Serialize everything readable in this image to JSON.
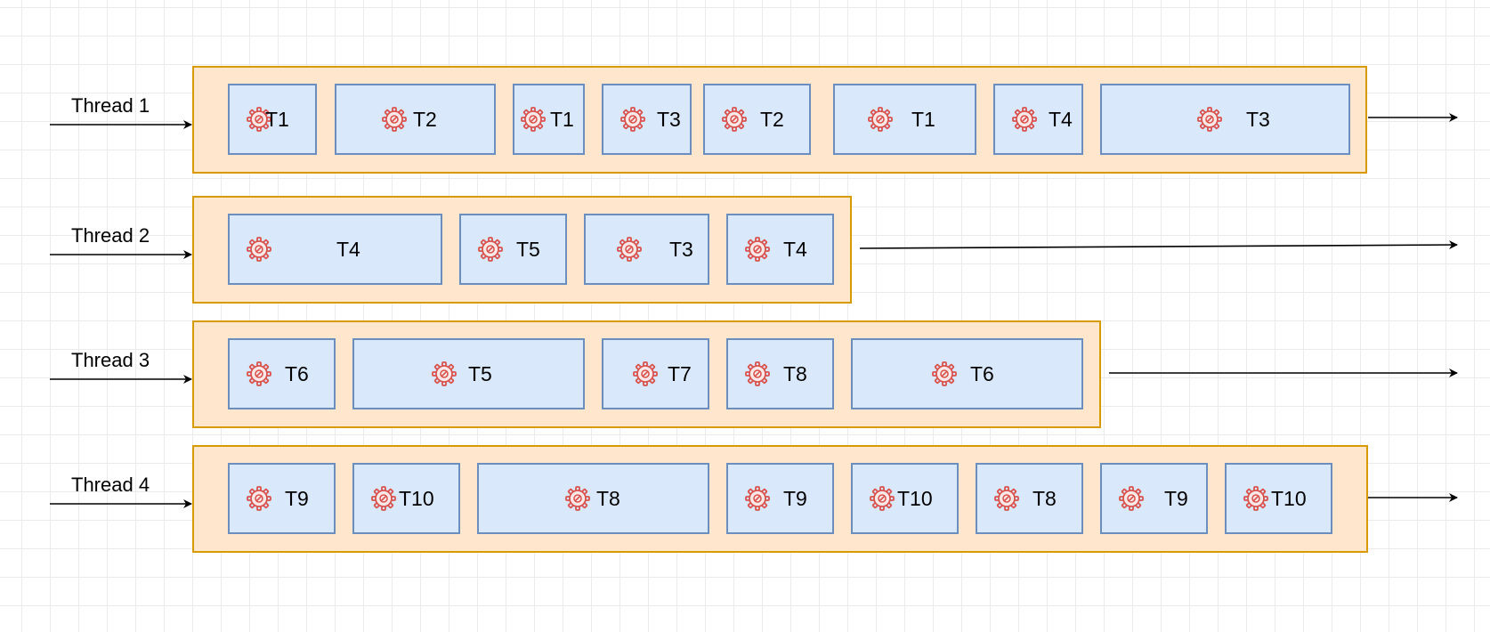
{
  "diagram": {
    "threads": [
      {
        "label": "Thread 1",
        "tasks": [
          {
            "label": "T1",
            "icon": "gear-icon"
          },
          {
            "label": "T2",
            "icon": "gear-icon"
          },
          {
            "label": "T1",
            "icon": "gear-icon"
          },
          {
            "label": "T3",
            "icon": "gear-icon"
          },
          {
            "label": "T2",
            "icon": "gear-icon"
          },
          {
            "label": "T1",
            "icon": "gear-icon"
          },
          {
            "label": "T4",
            "icon": "gear-icon"
          },
          {
            "label": "T3",
            "icon": "gear-icon"
          }
        ]
      },
      {
        "label": "Thread 2",
        "tasks": [
          {
            "label": "T4",
            "icon": "gear-icon"
          },
          {
            "label": "T5",
            "icon": "gear-icon"
          },
          {
            "label": "T3",
            "icon": "gear-icon"
          },
          {
            "label": "T4",
            "icon": "gear-icon"
          }
        ]
      },
      {
        "label": "Thread 3",
        "tasks": [
          {
            "label": "T6",
            "icon": "gear-icon"
          },
          {
            "label": "T5",
            "icon": "gear-icon"
          },
          {
            "label": "T7",
            "icon": "gear-icon"
          },
          {
            "label": "T8",
            "icon": "gear-icon"
          },
          {
            "label": "T6",
            "icon": "gear-icon"
          }
        ]
      },
      {
        "label": "Thread 4",
        "tasks": [
          {
            "label": "T9",
            "icon": "gear-icon"
          },
          {
            "label": "T10",
            "icon": "gear-icon"
          },
          {
            "label": "T8",
            "icon": "gear-icon"
          },
          {
            "label": "T9",
            "icon": "gear-icon"
          },
          {
            "label": "T10",
            "icon": "gear-icon"
          },
          {
            "label": "T8",
            "icon": "gear-icon"
          },
          {
            "label": "T9",
            "icon": "gear-icon"
          },
          {
            "label": "T10",
            "icon": "gear-icon"
          }
        ]
      }
    ],
    "colors": {
      "thread_fill": "#ffe6cc",
      "thread_stroke": "#d79b00",
      "task_fill": "#dae8fc",
      "task_stroke": "#6c8ebf",
      "gear": "#d9534f",
      "arrow": "#000000"
    }
  }
}
